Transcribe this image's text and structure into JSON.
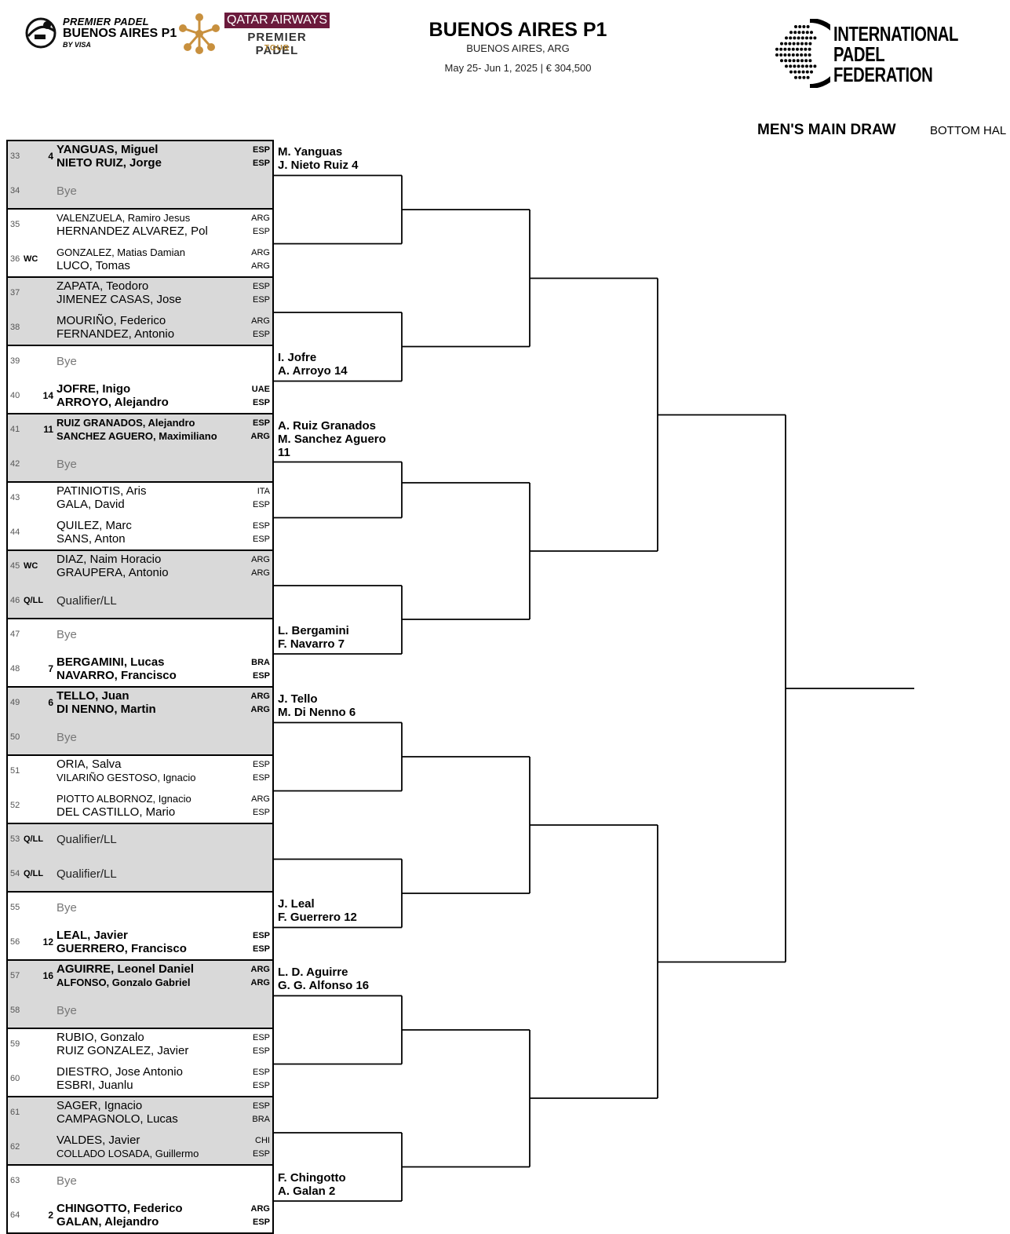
{
  "header": {
    "logo1": {
      "line1": "PREMIER PADEL",
      "line2": "BUENOS AIRES P1",
      "line3": "BY VISA"
    },
    "logo2": {
      "airline": "QATAR AIRWAYS",
      "brand": "PREMIER PADEL",
      "tour": "TOUR"
    },
    "title": "BUENOS AIRES P1",
    "location": "BUENOS AIRES, ARG",
    "dates": "May 25- Jun 1, 2025  |  € 304,500",
    "ipf": {
      "l1": "INTERNATIONAL",
      "l2": "PADEL",
      "l3": "FEDERATION"
    },
    "draw_title": "MEN'S MAIN DRAW",
    "draw_half": "BOTTOM HAL"
  },
  "entries": [
    {
      "num": "33",
      "tag": "",
      "seed": "4",
      "bold": true,
      "p1": "YANGUAS, Miguel",
      "c1": "ESP",
      "p2": "NIETO RUIZ, Jorge",
      "c2": "ESP"
    },
    {
      "num": "34",
      "type": "bye",
      "label": "Bye"
    },
    {
      "num": "35",
      "tag": "",
      "seed": "",
      "p1": "VALENZUELA, Ramiro Jesus",
      "s1": true,
      "c1": "ARG",
      "p2": "HERNANDEZ ALVAREZ, Pol",
      "c2": "ESP"
    },
    {
      "num": "36",
      "tag": "WC",
      "seed": "",
      "p1": "GONZALEZ, Matias Damian",
      "s1": true,
      "c1": "ARG",
      "p2": "LUCO, Tomas",
      "c2": "ARG"
    },
    {
      "num": "37",
      "tag": "",
      "seed": "",
      "p1": "ZAPATA, Teodoro",
      "c1": "ESP",
      "p2": "JIMENEZ CASAS, Jose",
      "c2": "ESP"
    },
    {
      "num": "38",
      "tag": "",
      "seed": "",
      "p1": "MOURIÑO, Federico",
      "c1": "ARG",
      "p2": "FERNANDEZ, Antonio",
      "c2": "ESP"
    },
    {
      "num": "39",
      "type": "bye",
      "label": "Bye"
    },
    {
      "num": "40",
      "tag": "",
      "seed": "14",
      "bold": true,
      "p1": "JOFRE, Inigo",
      "c1": "UAE",
      "p2": "ARROYO, Alejandro",
      "c2": "ESP"
    },
    {
      "num": "41",
      "tag": "",
      "seed": "11",
      "bold": true,
      "p1": "RUIZ GRANADOS, Alejandro",
      "s1": true,
      "c1": "ESP",
      "p2": "SANCHEZ AGUERO, Maximiliano",
      "s2": true,
      "c2": "ARG"
    },
    {
      "num": "42",
      "type": "bye",
      "label": "Bye"
    },
    {
      "num": "43",
      "tag": "",
      "seed": "",
      "p1": "PATINIOTIS, Aris",
      "c1": "ITA",
      "p2": "GALA, David",
      "c2": "ESP"
    },
    {
      "num": "44",
      "tag": "",
      "seed": "",
      "p1": "QUILEZ, Marc",
      "c1": "ESP",
      "p2": "SANS, Anton",
      "c2": "ESP"
    },
    {
      "num": "45",
      "tag": "WC",
      "seed": "",
      "p1": "DIAZ, Naim Horacio",
      "c1": "ARG",
      "p2": "GRAUPERA, Antonio",
      "c2": "ARG"
    },
    {
      "num": "46",
      "tag": "Q/LL",
      "type": "qual",
      "label": "Qualifier/LL"
    },
    {
      "num": "47",
      "type": "bye",
      "label": "Bye"
    },
    {
      "num": "48",
      "tag": "",
      "seed": "7",
      "bold": true,
      "p1": "BERGAMINI, Lucas",
      "c1": "BRA",
      "p2": "NAVARRO, Francisco",
      "c2": "ESP"
    },
    {
      "num": "49",
      "tag": "",
      "seed": "6",
      "bold": true,
      "p1": "TELLO, Juan",
      "c1": "ARG",
      "p2": "DI NENNO, Martin",
      "c2": "ARG"
    },
    {
      "num": "50",
      "type": "bye",
      "label": "Bye"
    },
    {
      "num": "51",
      "tag": "",
      "seed": "",
      "p1": "ORIA, Salva",
      "c1": "ESP",
      "p2": "VILARIÑO GESTOSO, Ignacio",
      "s2": true,
      "c2": "ESP"
    },
    {
      "num": "52",
      "tag": "",
      "seed": "",
      "p1": "PIOTTO ALBORNOZ, Ignacio",
      "s1": true,
      "c1": "ARG",
      "p2": "DEL CASTILLO, Mario",
      "c2": "ESP"
    },
    {
      "num": "53",
      "tag": "Q/LL",
      "type": "qual",
      "label": "Qualifier/LL"
    },
    {
      "num": "54",
      "tag": "Q/LL",
      "type": "qual",
      "label": "Qualifier/LL"
    },
    {
      "num": "55",
      "type": "bye",
      "label": "Bye"
    },
    {
      "num": "56",
      "tag": "",
      "seed": "12",
      "bold": true,
      "p1": "LEAL, Javier",
      "c1": "ESP",
      "p2": "GUERRERO, Francisco",
      "c2": "ESP"
    },
    {
      "num": "57",
      "tag": "",
      "seed": "16",
      "bold": true,
      "p1": "AGUIRRE, Leonel Daniel",
      "c1": "ARG",
      "p2": "ALFONSO, Gonzalo Gabriel",
      "s2": true,
      "c2": "ARG"
    },
    {
      "num": "58",
      "type": "bye",
      "label": "Bye"
    },
    {
      "num": "59",
      "tag": "",
      "seed": "",
      "p1": "RUBIO, Gonzalo",
      "c1": "ESP",
      "p2": "RUIZ GONZALEZ, Javier",
      "c2": "ESP"
    },
    {
      "num": "60",
      "tag": "",
      "seed": "",
      "p1": "DIESTRO, Jose Antonio",
      "c1": "ESP",
      "p2": "ESBRI, Juanlu",
      "c2": "ESP"
    },
    {
      "num": "61",
      "tag": "",
      "seed": "",
      "p1": "SAGER, Ignacio",
      "c1": "ESP",
      "p2": "CAMPAGNOLO, Lucas",
      "c2": "BRA"
    },
    {
      "num": "62",
      "tag": "",
      "seed": "",
      "p1": "VALDES, Javier",
      "c1": "CHI",
      "p2": "COLLADO LOSADA, Guillermo",
      "s2": true,
      "c2": "ESP"
    },
    {
      "num": "63",
      "type": "bye",
      "label": "Bye"
    },
    {
      "num": "64",
      "tag": "",
      "seed": "2",
      "bold": true,
      "p1": "CHINGOTTO, Federico",
      "c1": "ARG",
      "p2": "GALAN, Alejandro",
      "c2": "ESP"
    }
  ],
  "round1_winners": [
    {
      "line1": "M. Yanguas",
      "line2": "J. Nieto Ruiz  4"
    },
    {
      "line1": "I. Jofre",
      "line2": "A. Arroyo  14"
    },
    {
      "line1": "A. Ruiz Granados",
      "line2": "M. Sanchez Aguero",
      "line3": " 11"
    },
    {
      "line1": "L. Bergamini",
      "line2": "F. Navarro  7"
    },
    {
      "line1": "J. Tello",
      "line2": "M. Di Nenno  6"
    },
    {
      "line1": "J. Leal",
      "line2": "F. Guerrero  12"
    },
    {
      "line1": "L. D. Aguirre",
      "line2": "G. G. Alfonso  16"
    },
    {
      "line1": "F. Chingotto",
      "line2": "A. Galan  2"
    }
  ]
}
